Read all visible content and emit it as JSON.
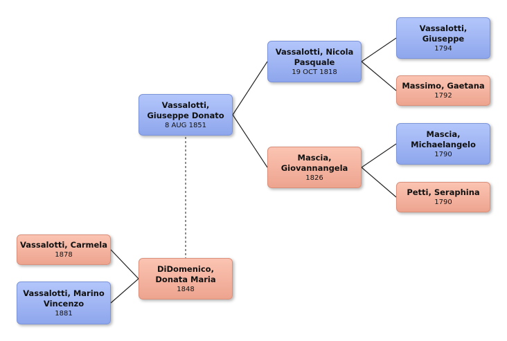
{
  "persons": {
    "giuseppe_donato": {
      "name": "Vassalotti,\nGiuseppe Donato",
      "date": "8 AUG 1851",
      "sex": "male"
    },
    "nicola_pasquale": {
      "name": "Vassalotti, Nicola\nPasquale",
      "date": "19 OCT 1818",
      "sex": "male"
    },
    "giuseppe": {
      "name": "Vassalotti,\nGiuseppe",
      "date": "1794",
      "sex": "male"
    },
    "gaetana": {
      "name": "Massimo, Gaetana",
      "date": "1792",
      "sex": "female"
    },
    "giovannangela": {
      "name": "Mascia,\nGiovannangela",
      "date": "1826",
      "sex": "female"
    },
    "michaelangelo": {
      "name": "Mascia,\nMichaelangelo",
      "date": "1790",
      "sex": "male"
    },
    "seraphina": {
      "name": "Petti, Seraphina",
      "date": "1790",
      "sex": "female"
    },
    "donata_maria": {
      "name": "DiDomenico,\nDonata Maria",
      "date": "1848",
      "sex": "female"
    },
    "carmela": {
      "name": "Vassalotti, Carmela",
      "date": "1878",
      "sex": "female"
    },
    "marino_vincenzo": {
      "name": "Vassalotti, Marino\nVincenzo",
      "date": "1881",
      "sex": "male"
    }
  },
  "colors": {
    "male_fill": "#a3b8f6",
    "female_fill": "#f5b6a2",
    "connector": "#222222",
    "spouse_connector": "#666666"
  }
}
